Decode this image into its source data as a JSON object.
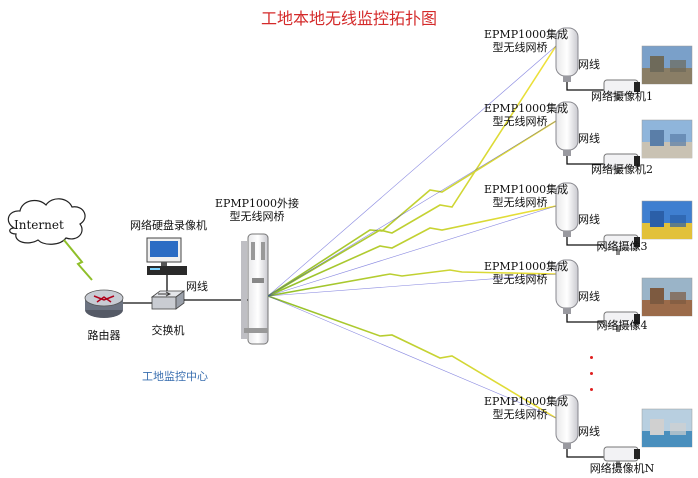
{
  "title": "工地本地无线监控拓扑图",
  "internet": "Internet",
  "router": "路由器",
  "switch": "交换机",
  "nvr": "网络硬盘录像机",
  "lan_label": "网线",
  "center_label": "工地监控中心",
  "base_bridge": {
    "line1": "EPMP1000外接",
    "line2": "型无线网桥"
  },
  "sites": [
    {
      "bridge_line1": "EPMP1000集成",
      "bridge_line2": "型无线网桥",
      "cable": "网线",
      "camera": "网络摄像机1"
    },
    {
      "bridge_line1": "EPMP1000集成",
      "bridge_line2": "型无线网桥",
      "cable": "网线",
      "camera": "网络摄像机2"
    },
    {
      "bridge_line1": "EPMP1000集成",
      "bridge_line2": "型无线网桥",
      "cable": "网线",
      "camera": "网络摄像3"
    },
    {
      "bridge_line1": "EPMP1000集成",
      "bridge_line2": "型无线网桥",
      "cable": "网线",
      "camera": "网络摄像4"
    },
    {
      "bridge_line1": "EPMP1000集成",
      "bridge_line2": "型无线网桥",
      "cable": "网线",
      "camera": "网络摄像机N"
    }
  ]
}
